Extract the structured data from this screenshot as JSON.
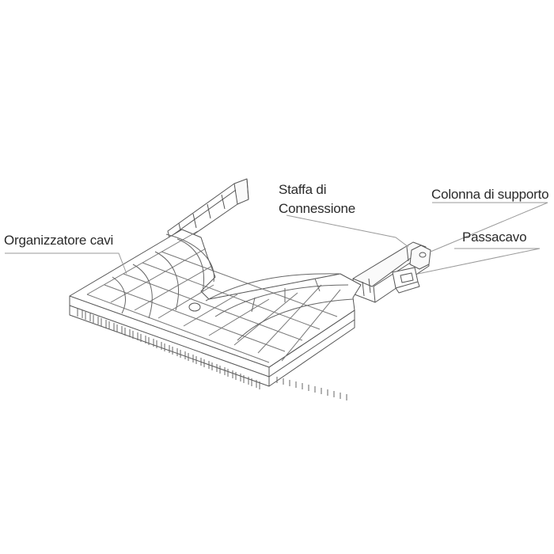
{
  "labels": {
    "organizzatore": "Organizzatore cavi",
    "staffa_line1": "Staffa di",
    "staffa_line2": "Connessione",
    "colonna": "Colonna di supporto",
    "passacavo": "Passacavo"
  },
  "colors": {
    "line": "#555555",
    "leader": "#9a9a9a",
    "text": "#2a2a2a"
  }
}
